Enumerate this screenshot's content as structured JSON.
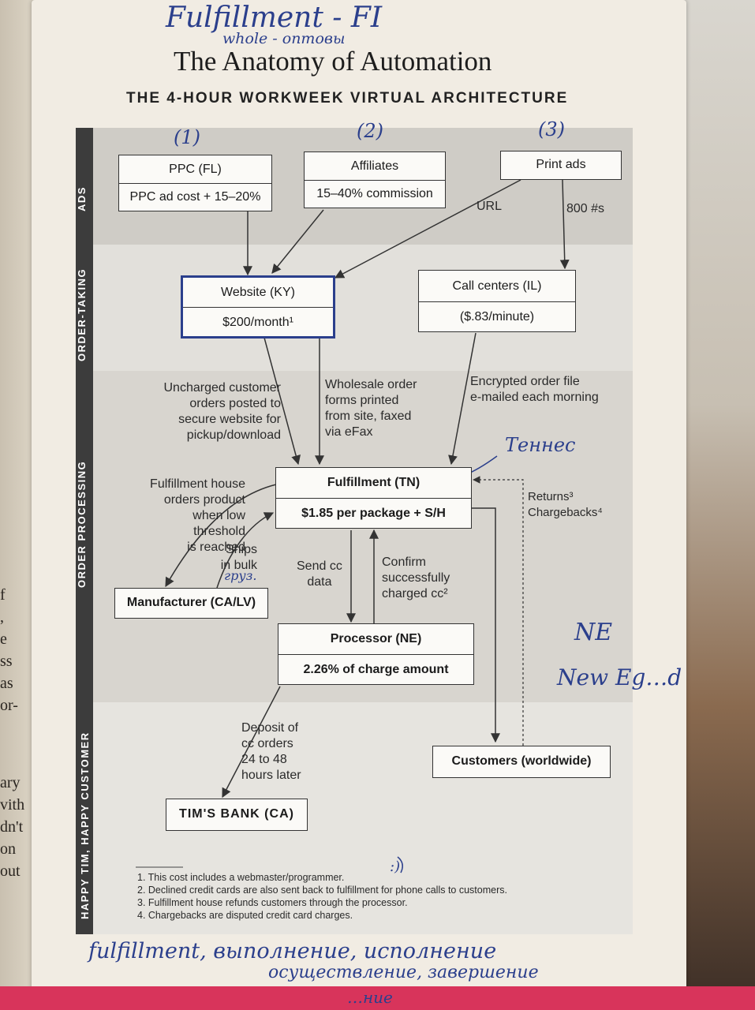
{
  "page": {
    "title": "The Anatomy of Automation",
    "subtitle": "THE 4-HOUR WORKWEEK VIRTUAL ARCHITECTURE"
  },
  "sections": {
    "ads": "ADS",
    "order_taking": "ORDER-TAKING",
    "order_processing": "ORDER PROCESSING",
    "happy": "HAPPY TIM, HAPPY CUSTOMER"
  },
  "nodes": {
    "ppc": {
      "title": "PPC (FL)",
      "detail": "PPC ad cost + 15–20%"
    },
    "affiliates": {
      "title": "Affiliates",
      "detail": "15–40% commission"
    },
    "print_ads": {
      "title": "Print ads"
    },
    "website": {
      "title": "Website (KY)",
      "detail": "$200/month¹"
    },
    "call_centers": {
      "title": "Call centers (IL)",
      "detail": "($.83/minute)"
    },
    "fulfillment": {
      "title": "Fulfillment (TN)",
      "detail": "$1.85 per package + S/H"
    },
    "manufacturer": {
      "title": "Manufacturer (CA/LV)"
    },
    "processor": {
      "title": "Processor (NE)",
      "detail": "2.26% of charge amount"
    },
    "customers": {
      "title": "Customers (worldwide)"
    },
    "bank": {
      "title": "TIM'S BANK (CA)"
    }
  },
  "edge_labels": {
    "url": "URL",
    "phone": "800 #s",
    "uncharged": [
      "Uncharged customer",
      "orders posted to",
      "secure website for",
      "pickup/download"
    ],
    "wholesale": [
      "Wholesale order",
      "forms printed",
      "from site, faxed",
      "via eFax"
    ],
    "encrypted": [
      "Encrypted order file",
      "e-mailed each morning"
    ],
    "fulfill_house": [
      "Fulfillment house",
      "orders product",
      "when low",
      "threshold",
      "is reached"
    ],
    "ships": [
      "Ships",
      "in bulk"
    ],
    "send_cc": [
      "Send cc",
      "data"
    ],
    "confirm": [
      "Confirm",
      "successfully",
      "charged cc²"
    ],
    "returns": [
      "Returns³",
      "Chargebacks⁴"
    ],
    "deposit": [
      "Deposit of",
      "cc orders",
      "24 to 48",
      "hours later"
    ]
  },
  "footnotes": [
    "1. This cost includes a webmaster/programmer.",
    "2. Declined credit cards are also sent back to fulfillment for phone calls to customers.",
    "3. Fulfillment house refunds customers through the processor.",
    "4. Chargebacks are disputed credit card charges."
  ],
  "handwriting": {
    "top": "Fulfillment - FI",
    "top2": "whole - оптовы",
    "n1": "(1)",
    "n2": "(2)",
    "n3": "(3)",
    "tn": "Теннеc",
    "ne": "NE",
    "new_england": "New Eg…d",
    "gruz": "груз.",
    "smile": ":)",
    "bottom1": "fulfillment, выполнение, исполнение",
    "bottom2": "осуществление, завершение",
    "bottom3": "…ние"
  },
  "left_page_fragments": [
    "f",
    ",",
    "e",
    "ss",
    "as",
    "or-",
    "ary",
    "vith",
    "dn't",
    "on",
    "out"
  ]
}
